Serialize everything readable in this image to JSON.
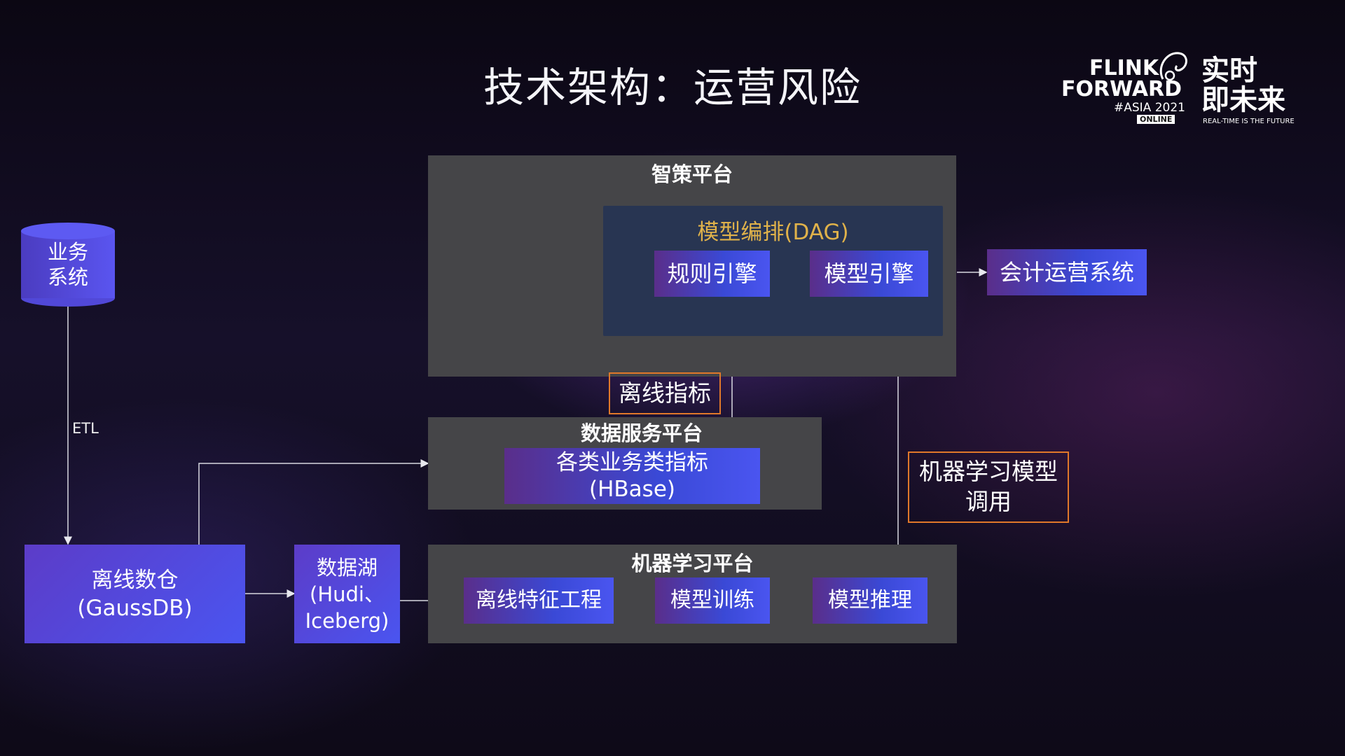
{
  "title": "技术架构：运营风险",
  "logo": {
    "line1": "FLINK",
    "line2": "FORWARD",
    "event": "#ASIA 2021",
    "badge": "ONLINE",
    "cn": "实时\n即未来",
    "tagline": "REAL-TIME IS THE FUTURE"
  },
  "business_system": "业务\n系统",
  "etl_label": "ETL",
  "zhice": {
    "title": "智策平台",
    "dag_title": "模型编排(DAG)",
    "rule_engine": "规则引擎",
    "model_engine": "模型引擎"
  },
  "accounting_system": "会计运营系统",
  "offline_indicator": "离线指标",
  "data_service": {
    "title": "数据服务平台",
    "metrics": "各类业务类指标\n(HBase)"
  },
  "ml_call": "机器学习模型\n调用",
  "offline_dw": "离线数仓\n(GaussDB)",
  "data_lake": "数据湖\n(Hudi、\nIceberg)",
  "ml_platform": {
    "title": "机器学习平台",
    "feature_eng": "离线特征工程",
    "training": "模型训练",
    "inference": "模型推理"
  },
  "colors": {
    "panel": "#454548",
    "dag_panel": "#283552",
    "block_blue": "#4a55f0",
    "block_purple": "#5a2e8a",
    "callout_border": "#e0782a",
    "dag_title": "#e0b24a"
  }
}
